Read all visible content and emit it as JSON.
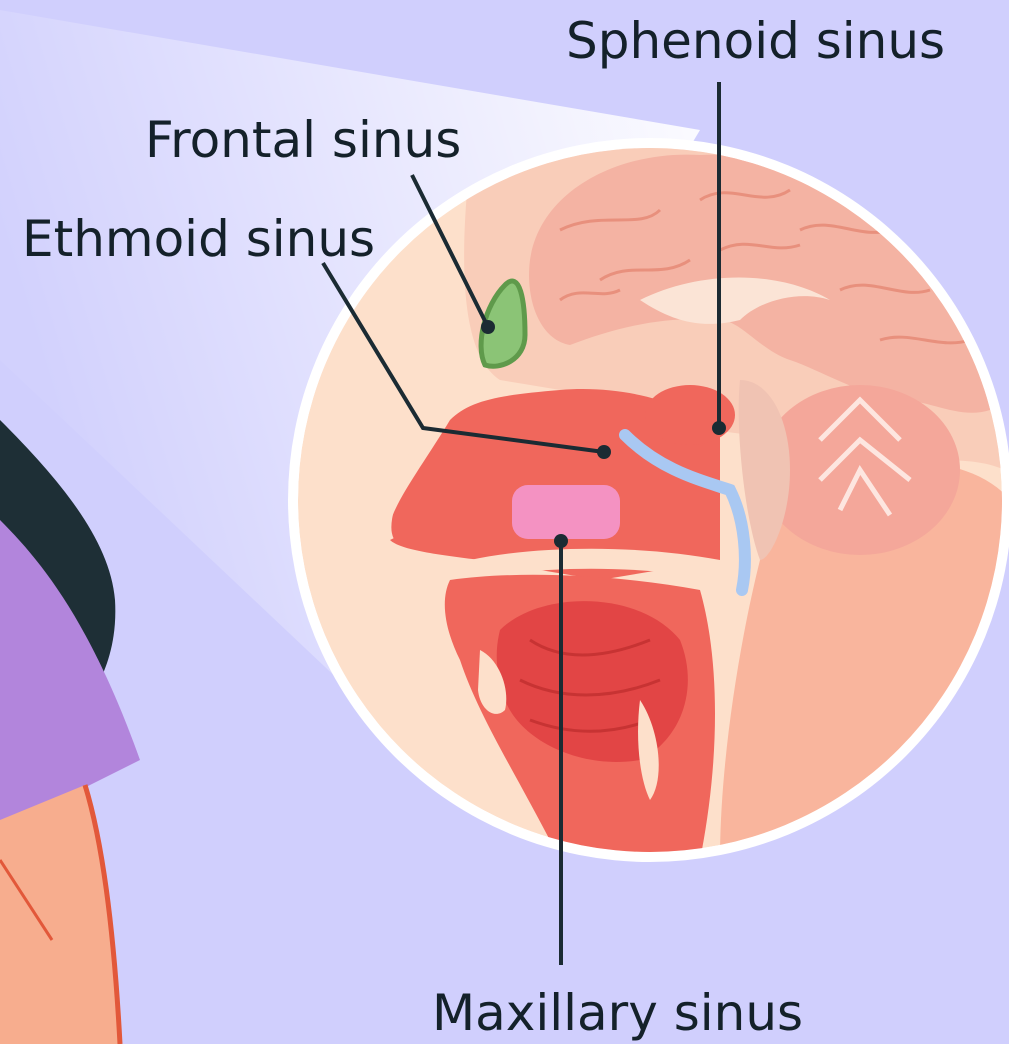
{
  "labels": {
    "sphenoid": "Sphenoid sinus",
    "frontal": "Frontal sinus",
    "ethmoid": "Ethmoid sinus",
    "maxillary": "Maxillary sinus"
  },
  "colors": {
    "background": "#d0cffd",
    "circle_border": "#ffffff",
    "brain": "#f4b3a3",
    "airway": "#f0675c",
    "frontal_sinus": "#8bc476",
    "maxillary_sinus": "#f492c2",
    "leader_lines": "#1b2b33",
    "hair": "#1e2f36",
    "shirt": "#b285dc",
    "skin": "#f7ad8e"
  }
}
